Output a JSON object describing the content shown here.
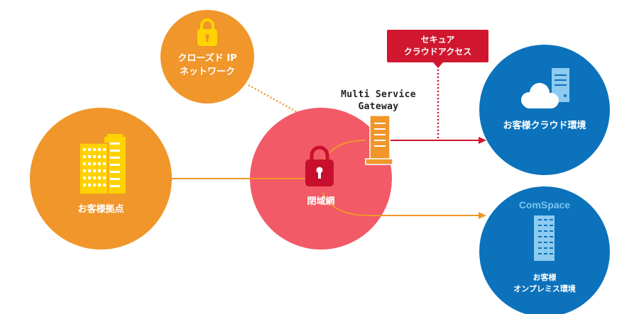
{
  "nodes": {
    "closed_ip": {
      "label": "クローズド IP\nネットワーク",
      "color": "#f0962b"
    },
    "customer_site": {
      "label": "お客様拠点",
      "color": "#f0962b"
    },
    "closed_network": {
      "label": "閉域網",
      "color": "#f25a67"
    },
    "cloud_env": {
      "label": "お客様クラウド環境",
      "color": "#0b72bb"
    },
    "onprem_env": {
      "label": "お客様\nオンプレミス環境",
      "color": "#0b72bb",
      "brand": "ComSpace"
    }
  },
  "gateway": {
    "label": "Multi Service\nGateway"
  },
  "secure_access": {
    "label": "セキュア\nクラウドアクセス",
    "color": "#d0172f"
  },
  "colors": {
    "orange_line": "#f0962b",
    "red_line": "#d0172f",
    "lock_red": "#c8102e",
    "lock_yellow": "#ffd200"
  },
  "icons": [
    "lock-icon",
    "building-icon",
    "cloud-icon",
    "server-icon",
    "gateway-device-icon"
  ]
}
